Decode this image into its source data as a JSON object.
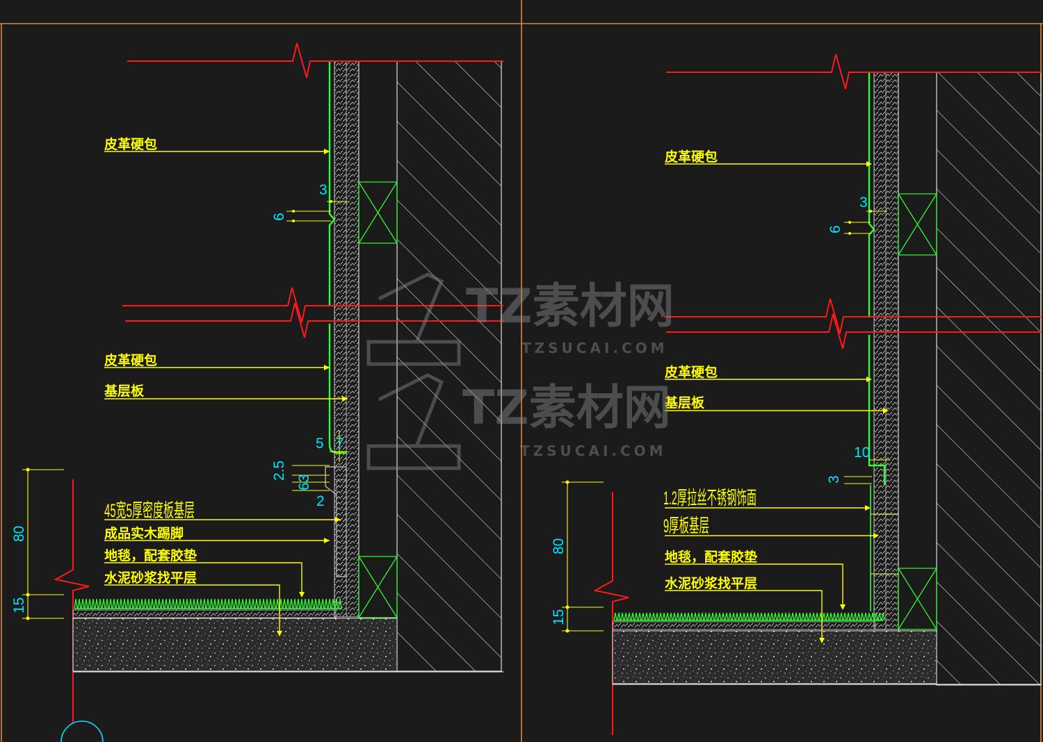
{
  "colors": {
    "background": "#1b1b1b",
    "frame": "#d88a3e",
    "cut_line": "#ff1a1a",
    "finish": "#33ff33",
    "leader": "#ffff00",
    "dimension": "#00e5ff",
    "structure": "#e0e0e0",
    "watermark": "#8a8a8a"
  },
  "watermark": {
    "brand": "TZ素材网",
    "site": "TZSUCAI.COM"
  },
  "left_detail": {
    "upper_labels": [
      "皮革硬包"
    ],
    "middle_labels": [
      "皮革硬包",
      "基层板"
    ],
    "lower_labels": [
      "45宽5厚密度板基层",
      "成品实木踢脚",
      "地毯，配套胶垫",
      "水泥砂浆找平层"
    ],
    "dims": {
      "gap_upper": "3",
      "groove_upper": "6",
      "d5": "5",
      "d7": "7",
      "d25": "2.5",
      "d63": "63",
      "d2": "2",
      "h80": "80",
      "h15": "15"
    }
  },
  "right_detail": {
    "upper_labels": [
      "皮革硬包"
    ],
    "middle_labels": [
      "皮革硬包",
      "基层板"
    ],
    "lower_labels": [
      "1.2厚拉丝不锈钢饰面",
      "9厚板基层",
      "地毯，配套胶垫",
      "水泥砂浆找平层"
    ],
    "dims": {
      "gap_upper": "3",
      "groove_upper": "6",
      "d10": "10",
      "d3": "3",
      "h80": "80",
      "h15": "15"
    }
  }
}
